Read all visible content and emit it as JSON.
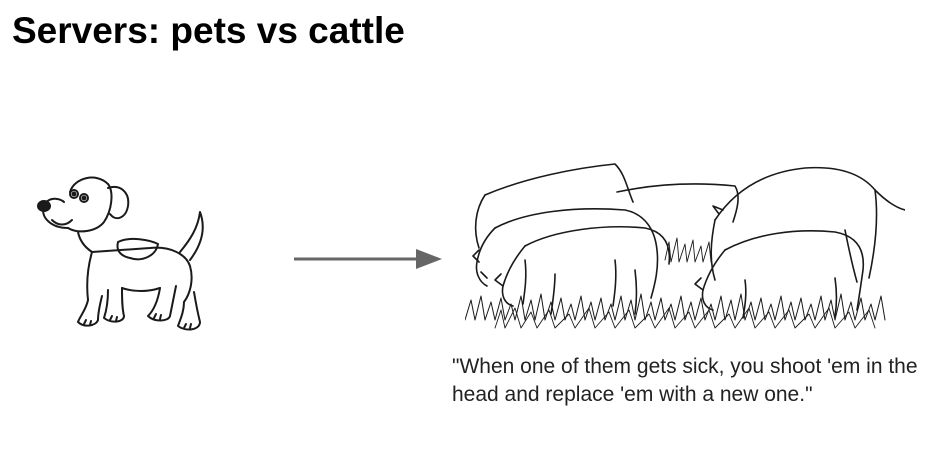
{
  "slide": {
    "title": "Servers: pets vs cattle",
    "quote": "\"When one of them gets sick, you shoot 'em in the head and replace 'em with a new one.\""
  },
  "illustrations": {
    "left": "dog-drawing",
    "middle": "right-arrow-icon",
    "right": "grazing-cattle-sketch"
  },
  "colors": {
    "text": "#000000",
    "quote_text": "#222222",
    "arrow": "#666666",
    "sketch": "#1a1a1a"
  }
}
